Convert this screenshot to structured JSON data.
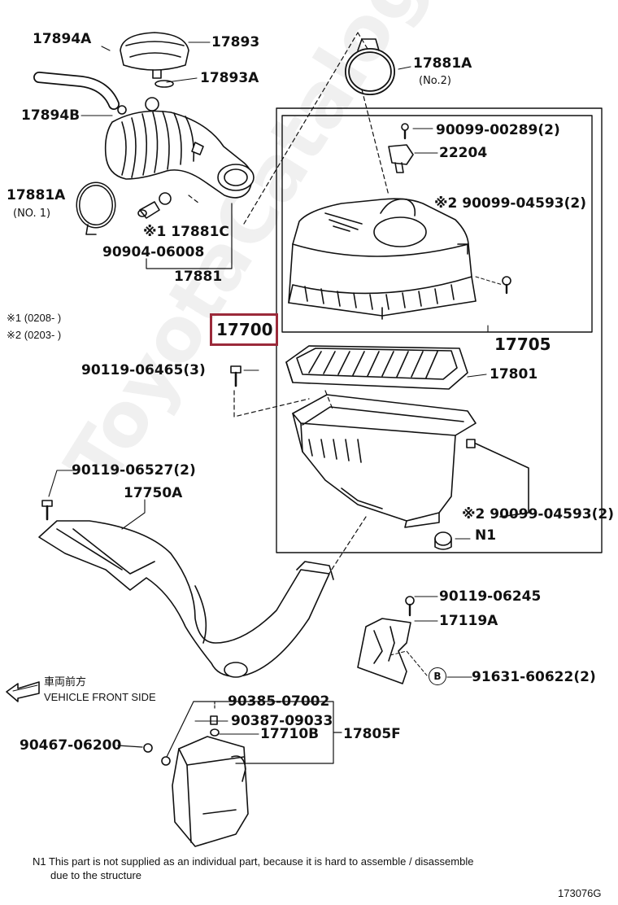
{
  "colors": {
    "line": "#111111",
    "highlight": "#9b2a3a",
    "watermark": "#e8e8e8"
  },
  "watermark": "ToyotaCatalogue.ru",
  "parts": {
    "p17894A": "17894A",
    "p17893": "17893",
    "p17893A": "17893A",
    "p17894B": "17894B",
    "p17881A_no2": "17881A",
    "no2": "(No.2)",
    "p17881A_no1": "17881A",
    "no1": "(NO. 1)",
    "p17881C": "※1 17881C",
    "p90904": "90904-06008",
    "p17881": "17881",
    "p90099_289": "90099-00289(2)",
    "p22204": "22204",
    "p90099_4593a": "※2 90099-04593(2)",
    "p17700": "17700",
    "p17705": "17705",
    "p90119_6465": "90119-06465(3)",
    "p17801": "17801",
    "p90119_6527": "90119-06527(2)",
    "p17750A": "17750A",
    "p90099_4593b": "※2 90099-04593(2)",
    "pN1": "N1",
    "p90119_6245": "90119-06245",
    "p17119A": "17119A",
    "pB": "B",
    "p91631": "91631-60622(2)",
    "p90385": "90385-07002",
    "p90387": "90387-09033",
    "p17710B": "17710B",
    "p17805F": "17805F",
    "p90467": "90467-06200"
  },
  "notes": {
    "n1": "※1 (0208-          )",
    "n2": "※2 (0203-          )",
    "front_jp": "車両前方",
    "front_en": "VEHICLE FRONT SIDE",
    "footnote_line1": "N1  This part is not supplied as an individual part, because it is hard to assemble / disassemble",
    "footnote_line2": "due to the structure",
    "code": "173076G"
  }
}
